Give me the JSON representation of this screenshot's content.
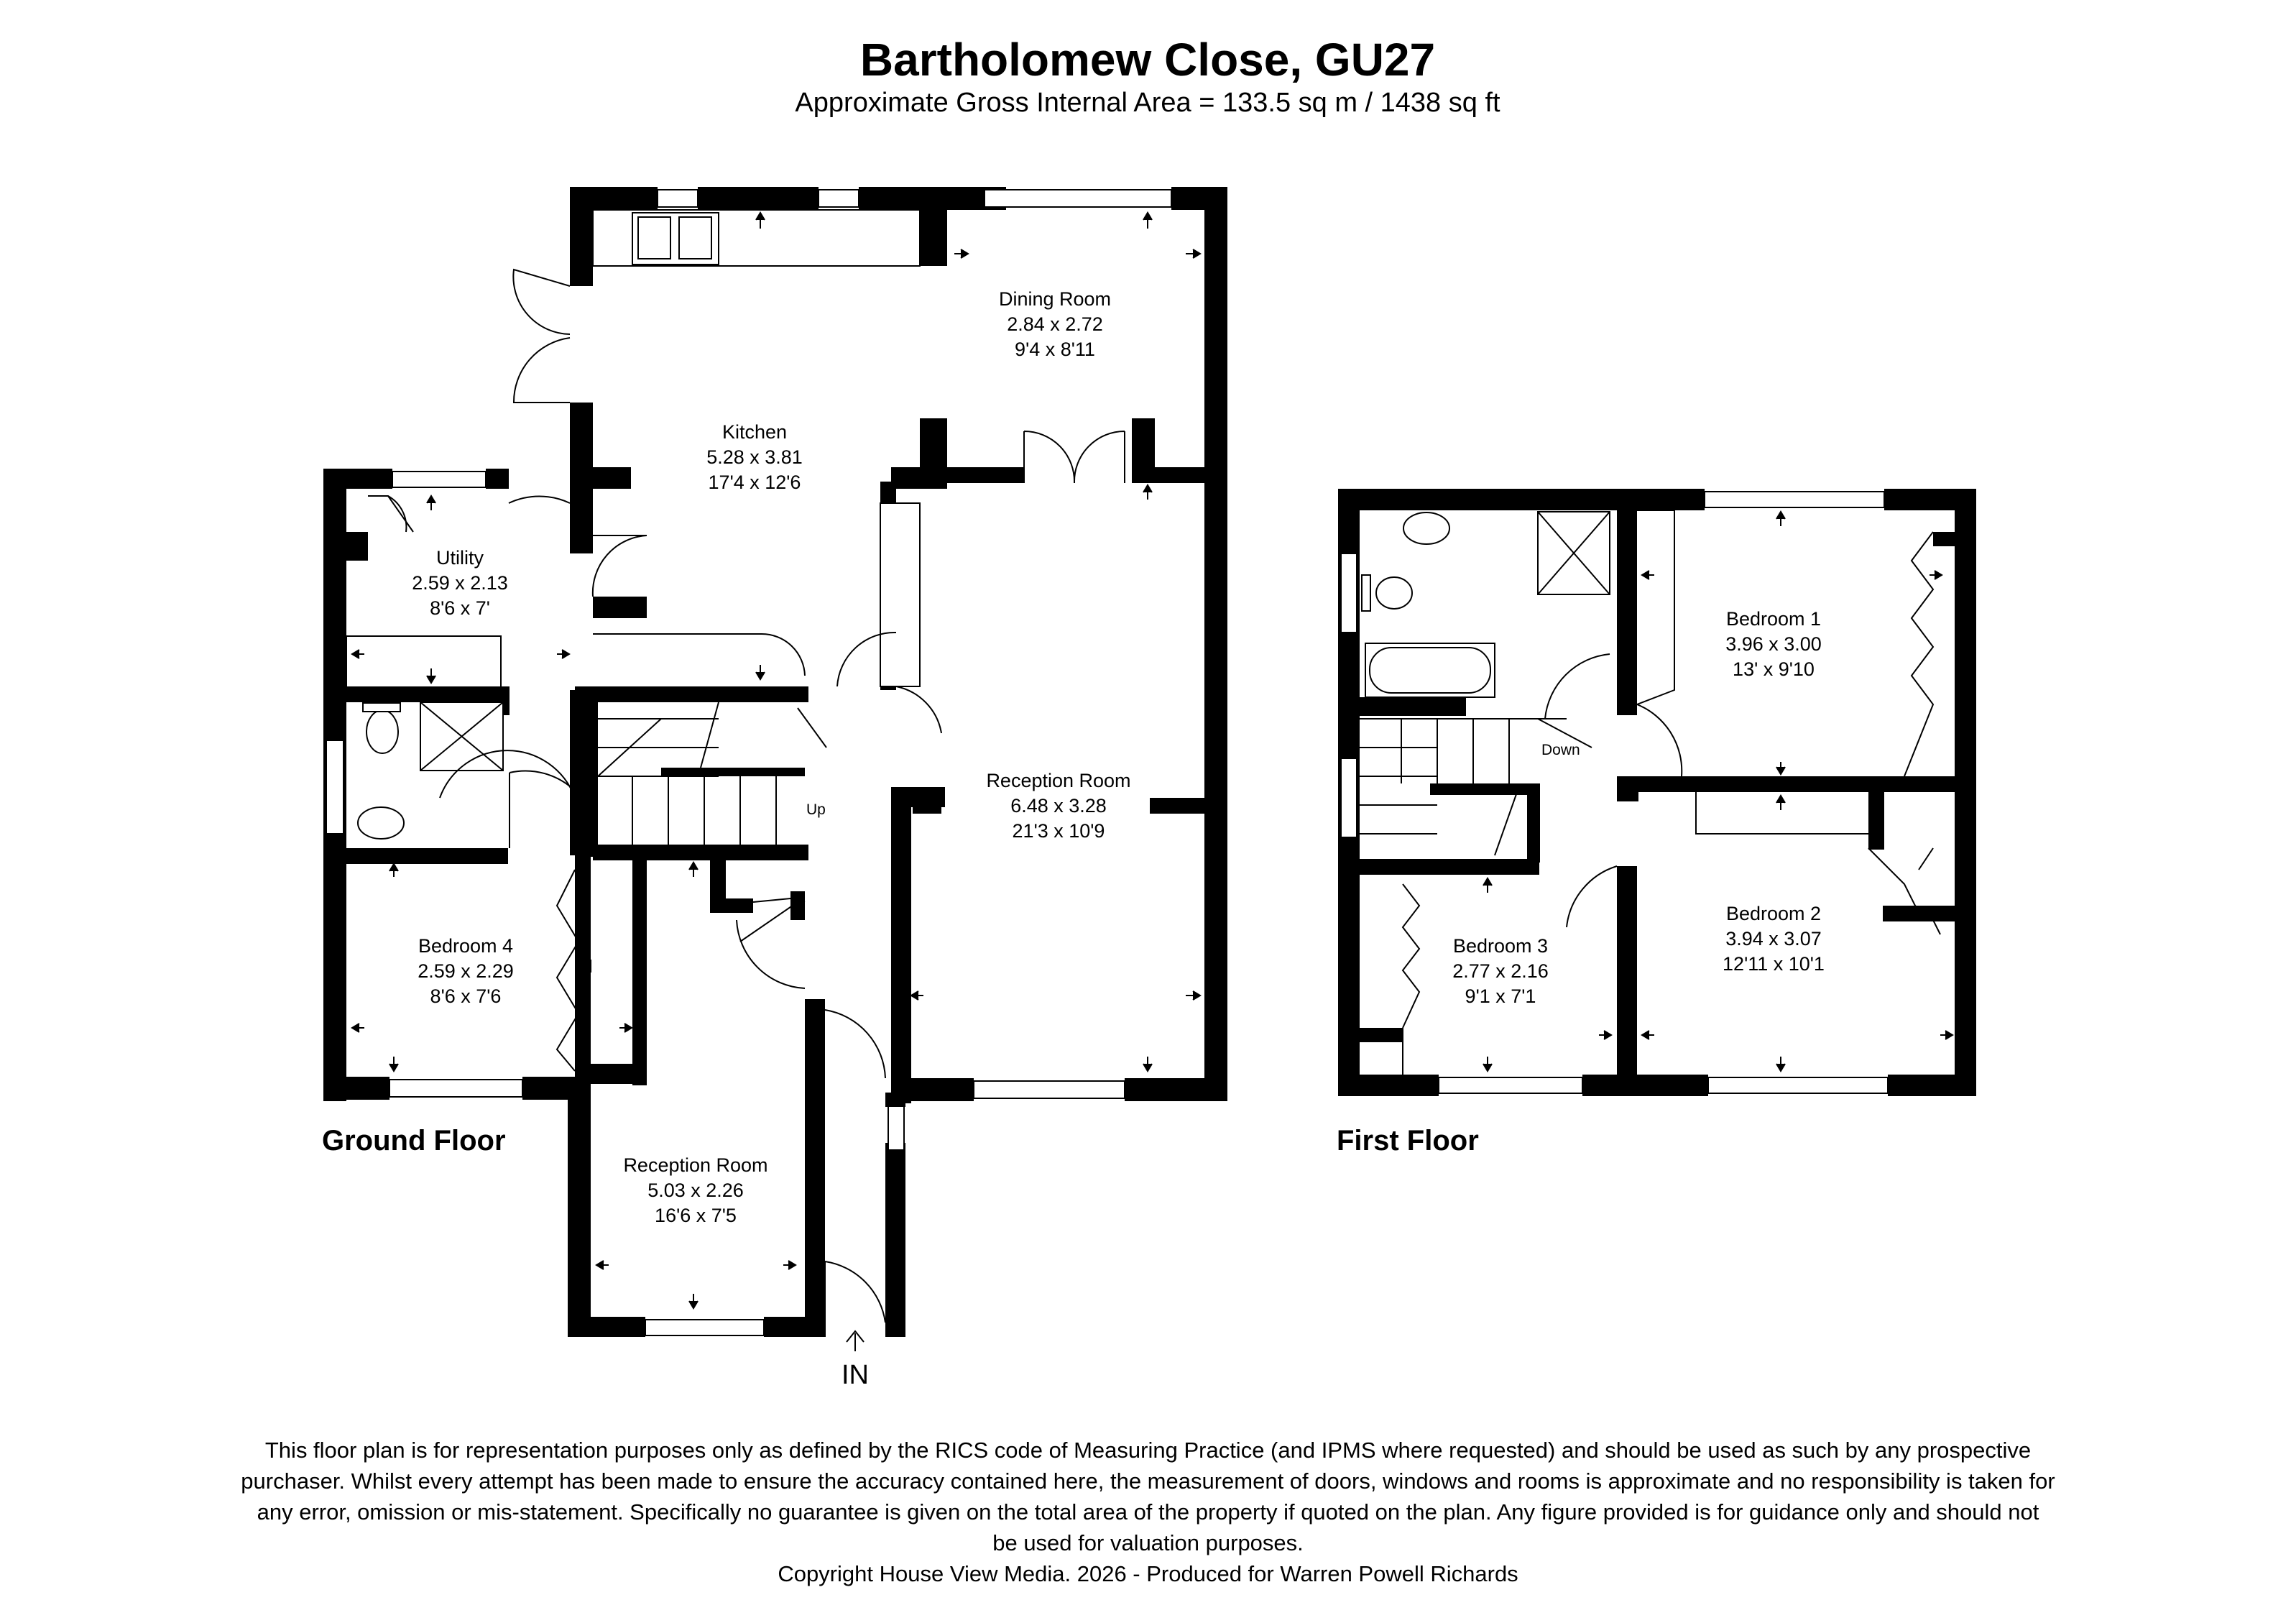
{
  "header": {
    "title": "Bartholomew Close, GU27",
    "subtitle": "Approximate Gross Internal Area = 133.5 sq m / 1438 sq ft"
  },
  "floors": {
    "ground": "Ground Floor",
    "first": "First Floor"
  },
  "rooms": {
    "dining": {
      "name": "Dining Room",
      "metric": "2.84 x 2.72",
      "imperial": "9'4 x 8'11"
    },
    "kitchen": {
      "name": "Kitchen",
      "metric": "5.28 x 3.81",
      "imperial": "17'4 x 12'6"
    },
    "utility": {
      "name": "Utility",
      "metric": "2.59 x 2.13",
      "imperial": "8'6 x 7'"
    },
    "reception_large": {
      "name": "Reception Room",
      "metric": "6.48 x 3.28",
      "imperial": "21'3 x 10'9"
    },
    "bedroom4": {
      "name": "Bedroom 4",
      "metric": "2.59 x 2.29",
      "imperial": "8'6 x 7'6"
    },
    "reception_small": {
      "name": "Reception Room",
      "metric": "5.03 x 2.26",
      "imperial": "16'6 x 7'5"
    },
    "bedroom1": {
      "name": "Bedroom 1",
      "metric": "3.96 x 3.00",
      "imperial": "13' x 9'10"
    },
    "bedroom2": {
      "name": "Bedroom 2",
      "metric": "3.94 x 3.07",
      "imperial": "12'11 x 10'1"
    },
    "bedroom3": {
      "name": "Bedroom 3",
      "metric": "2.77 x 2.16",
      "imperial": "9'1 x 7'1"
    }
  },
  "stairs": {
    "up": "Up",
    "down": "Down"
  },
  "entrance": "IN",
  "disclaimer": {
    "lines": [
      "This floor plan is for representation purposes only as defined by the RICS code of Measuring Practice (and IPMS where requested) and should be used as such by any prospective",
      "purchaser. Whilst every attempt has been made to ensure the accuracy contained here, the measurement of doors, windows and rooms is approximate and no responsibility is taken for",
      "any error, omission or mis-statement. Specifically no guarantee is given on the total area of the property if quoted on the plan. Any figure provided is for guidance only and should not",
      "be used for valuation purposes."
    ],
    "copyright": "Copyright House View Media. 2026 - Produced for Warren Powell Richards"
  }
}
